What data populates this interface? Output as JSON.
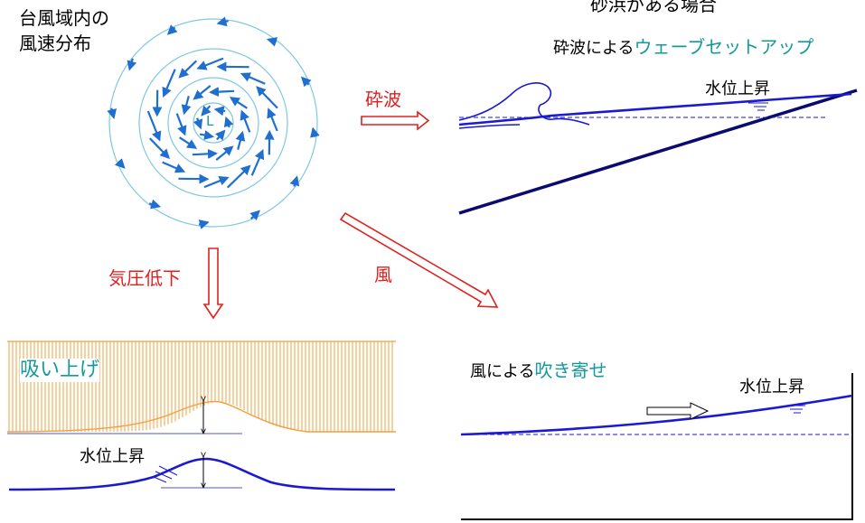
{
  "typhoon": {
    "label_line1": "台風域内の",
    "label_line2": "風速分布",
    "center": "L"
  },
  "arrows": {
    "breaking": "砕波",
    "pressure": "気圧低下",
    "wind": "風"
  },
  "sandy_beach": {
    "title": "砂浜がある場合",
    "subtitle_prefix": "砕波による",
    "subtitle_highlight": "ウェーブセットアップ",
    "water_rise": "水位上昇"
  },
  "suction": {
    "title": "吸い上げ",
    "water_rise": "水位上昇"
  },
  "wind_setup": {
    "title_prefix": "風による",
    "title_highlight": "吹き寄せ",
    "water_rise": "水位上昇"
  },
  "colors": {
    "circle": "#7ec8e3",
    "wind_arrow": "#1f6fd0",
    "water_line": "#1a1ad0",
    "ground": "#0a0a70",
    "pressure_hatch": "#f0a040",
    "red_arrow": "#e02020",
    "teal_text": "#159a9c"
  }
}
